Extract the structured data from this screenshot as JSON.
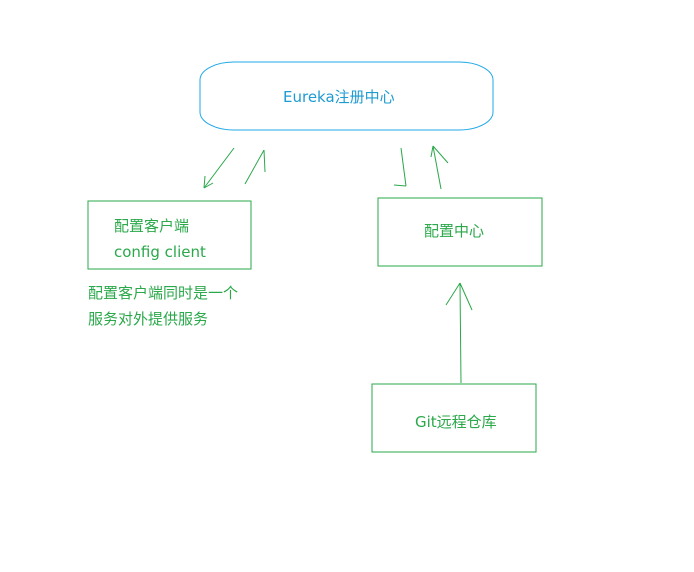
{
  "colors": {
    "eureka_stroke": "#20a8e8",
    "eureka_text": "#1e9bd1",
    "green": "#2aa84a",
    "background": "#ffffff"
  },
  "nodes": {
    "eureka": {
      "label": "Eureka注册中心"
    },
    "config_client": {
      "line1": "配置客户端",
      "line2": "config client"
    },
    "config_center": {
      "label": "配置中心"
    },
    "git_repo": {
      "label": "Git远程仓库"
    }
  },
  "note": {
    "line1": "配置客户端同时是一个",
    "line2": "服务对外提供服务"
  }
}
